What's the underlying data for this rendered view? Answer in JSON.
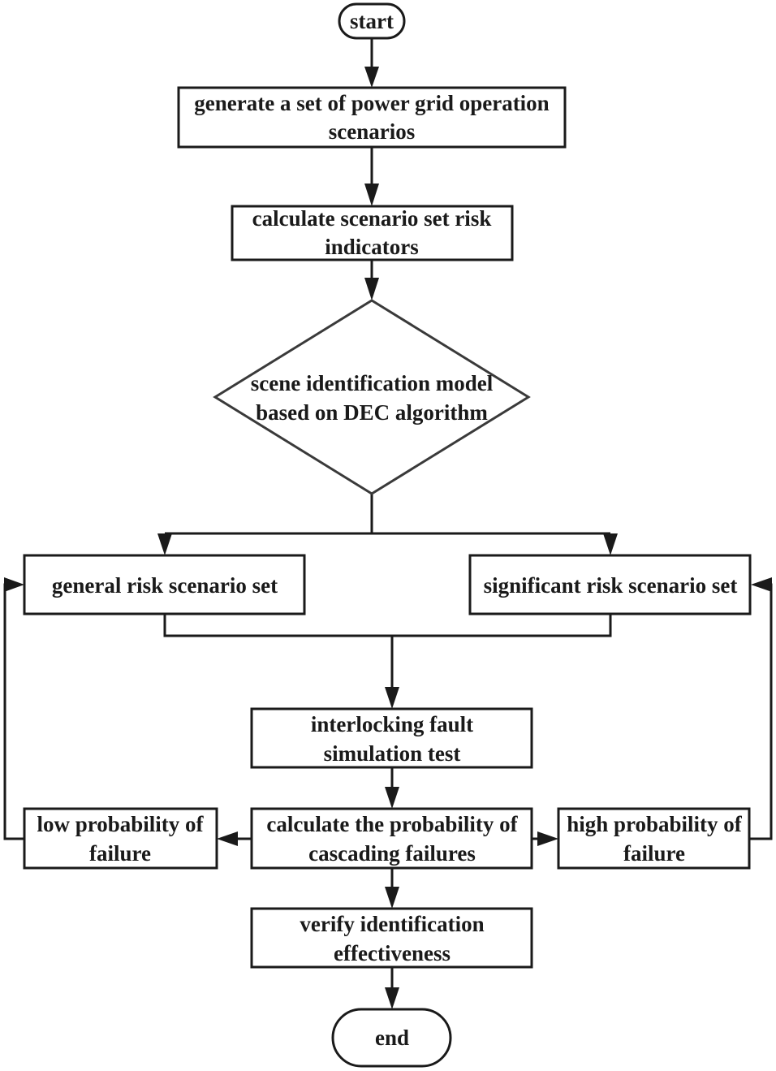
{
  "nodes": {
    "start": "start",
    "generate": [
      "generate a set of power grid operation",
      "scenarios"
    ],
    "risk_indicators": [
      "calculate scenario set risk",
      "indicators"
    ],
    "identification_model": [
      "scene identification model",
      "based on DEC algorithm"
    ],
    "general_set": "general risk scenario set",
    "significant_set": "significant risk scenario set",
    "simulation": [
      "interlocking fault",
      "simulation test"
    ],
    "calc_probability": [
      "calculate the probability of",
      "cascading failures"
    ],
    "low_probability": [
      "low probability of",
      "failure"
    ],
    "high_probability": [
      "high probability of",
      "failure"
    ],
    "verify": [
      "verify identification",
      "effectiveness"
    ],
    "end": "end"
  }
}
